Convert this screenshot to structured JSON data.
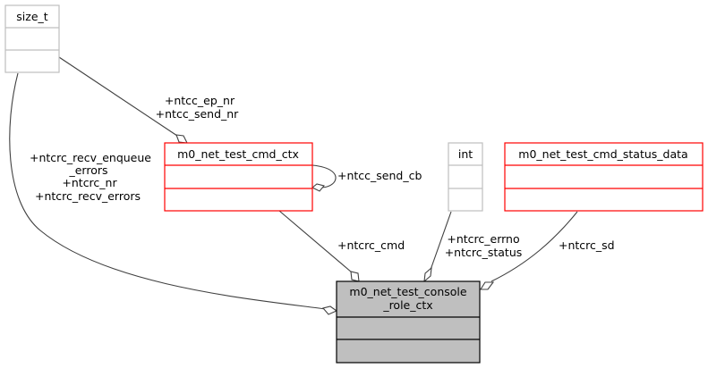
{
  "diagram": {
    "type": "collaboration-diagram",
    "colors": {
      "focus_fill": "#bfbfbf",
      "focus_border": "#000000",
      "struct_border": "#ff0000",
      "builtin_border": "#bfbfbf",
      "edge": "#404040"
    },
    "nodes": {
      "size_t": {
        "name": "size_t",
        "kind": "builtin"
      },
      "int": {
        "name": "int",
        "kind": "builtin"
      },
      "cmd_ctx": {
        "name": "m0_net_test_cmd_ctx",
        "kind": "struct"
      },
      "status_data": {
        "name": "m0_net_test_cmd_status_data",
        "kind": "struct"
      },
      "console_role_ctx": {
        "name_line1": "m0_net_test_console",
        "name_line2": "_role_ctx",
        "kind": "focus"
      }
    },
    "edges": {
      "size_t_to_cmd_ctx": {
        "labels": [
          "+ntcc_ep_nr",
          "+ntcc_send_nr"
        ]
      },
      "cmd_ctx_self": {
        "labels": [
          "+ntcc_send_cb"
        ]
      },
      "size_t_to_console": {
        "labels": [
          "+ntcrc_recv_enqueue",
          "_errors",
          "+ntcrc_nr",
          "+ntcrc_recv_errors"
        ]
      },
      "cmd_ctx_to_console": {
        "labels": [
          "+ntcrc_cmd"
        ]
      },
      "int_to_console": {
        "labels": [
          "+ntcrc_errno",
          "+ntcrc_status"
        ]
      },
      "status_data_to_console": {
        "labels": [
          "+ntcrc_sd"
        ]
      }
    }
  }
}
